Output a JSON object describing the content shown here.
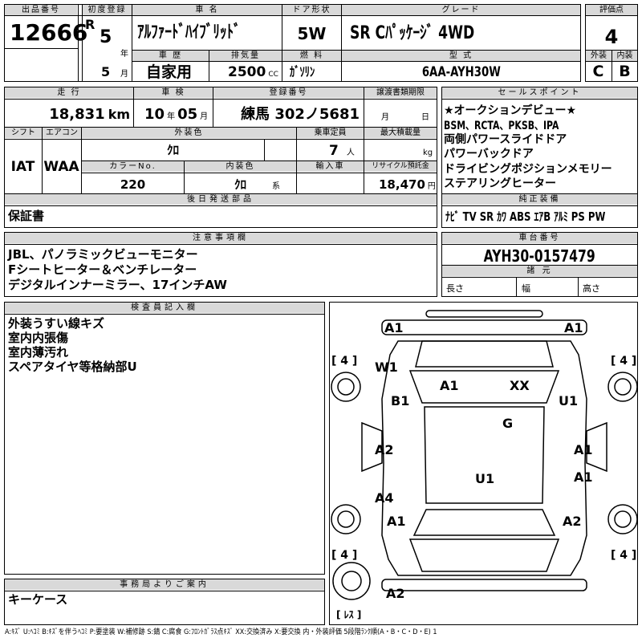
{
  "header": {
    "lot_label": "出品番号",
    "lot_value": "12666",
    "first_reg_label": "初度登録",
    "era": "R",
    "reg_year": "5",
    "year_unit": "年",
    "reg_month": "5",
    "month_unit": "月",
    "name_label": "車 名",
    "name_value": "ｱﾙﾌｧｰﾄﾞﾊｲﾌﾞﾘｯﾄﾞ",
    "door_label": "ドア形状",
    "door_value": "5W",
    "grade_label": "グレード",
    "grade_value": "SR Cﾊﾟｯｹｰｼﾞ 4WD",
    "score_label": "評価点",
    "score_value": "4",
    "history_label": "車 歴",
    "history_value": "自家用",
    "disp_label": "排気量",
    "disp_value": "2500",
    "disp_unit": "CC",
    "fuel_label": "燃 料",
    "fuel_value": "ｶﾞｿﾘﾝ",
    "model_label": "型 式",
    "model_value": "6AA-AYH30W",
    "ext_label": "外装",
    "ext_value": "C",
    "int_label": "内装",
    "int_value": "B"
  },
  "info": {
    "mileage_label": "走 行",
    "mileage_value": "18,831",
    "mileage_unit": "km",
    "inspection_label": "車 検",
    "insp_year": "10",
    "insp_year_unit": "年",
    "insp_month": "05",
    "insp_month_unit": "月",
    "regno_label": "登録番号",
    "regno_value": "練馬 302ノ5681",
    "transfer_label": "譲渡書類期限",
    "transfer_month_unit": "月",
    "transfer_day_unit": "日",
    "shift_label": "シフト",
    "shift_value": "IAT",
    "ac_label": "エアコン",
    "ac_value": "WAA",
    "color_label": "外装色",
    "color_value": "ｸﾛ",
    "capacity_label": "乗車定員",
    "capacity_value": "7",
    "capacity_unit": "人",
    "load_label": "最大積載量",
    "load_unit": "kg",
    "colorno_label": "カラーNo.",
    "colorno_value": "220",
    "intcolor_label": "内装色",
    "intcolor_value": "ｸﾛ",
    "intcolor_unit": "系",
    "import_label": "輸入車",
    "recycle_label": "リサイクル預託金",
    "recycle_value": "18,470",
    "recycle_unit": "円",
    "later_label": "後日発送部品",
    "later_value": "保証書"
  },
  "sales_points": {
    "label": "セールスポイント",
    "lines": [
      "★オークションデビュー★",
      "BSM、RCTA、PKSB、IPA",
      "両側パワースライドドア",
      "パワーバックドア",
      "ドライビングポジションメモリー",
      "ステアリングヒーター"
    ]
  },
  "equipment": {
    "label": "純正装備",
    "value": "ﾅﾋﾞ TV SR ｶﾜ ABS ｴｱB ｱﾙﾐ PS PW"
  },
  "notes": {
    "label": "注意事項欄",
    "lines": [
      "JBL、パノラミックビューモニター",
      "Fシートヒーター＆ベンチレーター",
      "デジタルインナーミラー、17インチAW"
    ]
  },
  "chassis": {
    "label": "車台番号",
    "value": "AYH30-0157479",
    "dims_label": "諸 元",
    "length_label": "長さ",
    "width_label": "幅",
    "height_label": "高さ"
  },
  "inspector": {
    "label": "検査員記入欄",
    "lines": [
      "外装うすい線キズ",
      "室内内張傷",
      "室内薄汚れ",
      "スペアタイヤ等格納部U"
    ]
  },
  "office": {
    "label": "事務局よりご案内",
    "value": "キーケース"
  },
  "diagram": {
    "marks": [
      "A1",
      "A1",
      "W1",
      "B1",
      "A1",
      "XX",
      "U1",
      "G",
      "A2",
      "A1",
      "U1",
      "A4",
      "A1",
      "A1",
      "A2",
      "A2"
    ],
    "tyres": [
      "[ 4 ]",
      "[ 4 ]",
      "[ 4 ]",
      "[ 4 ]"
    ],
    "spare": "[ ﾚｽ ]"
  },
  "legend": "A:ｷｽﾞ U:ﾍｺﾐ B:ｷｽﾞを伴うﾍｺﾐ P:要塗装 W:補修跡 S:錆 C:腐食 G:ﾌﾛﾝﾄｶﾞﾗｽ点ｷｽﾞ XX:交換済み X:要交換 内・外装評価 5段階ﾗﾝｸ順(A・B・C・D・E) 1"
}
